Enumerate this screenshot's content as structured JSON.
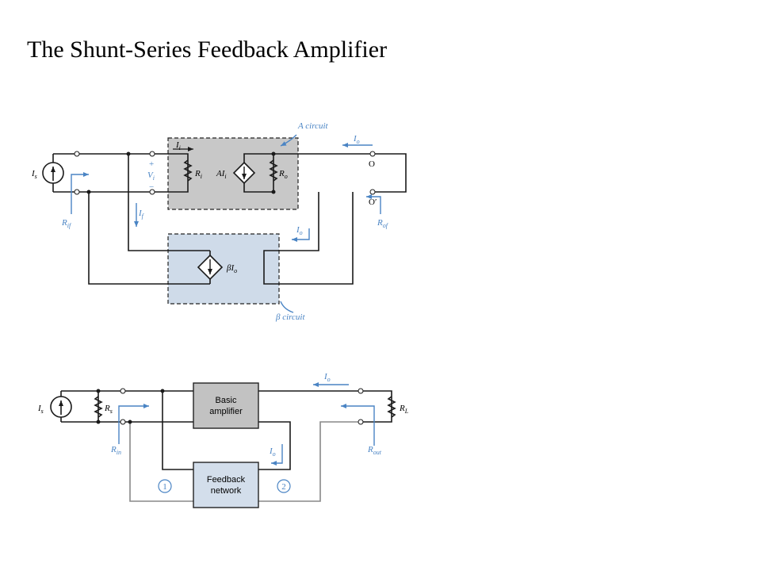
{
  "slide": {
    "title": "The Shunt-Series Feedback Amplifier"
  },
  "top_circuit": {
    "a_circuit_label": "A circuit",
    "beta_circuit_label": "β circuit",
    "Is": "I",
    "Is_sub": "s",
    "Ii": "I",
    "Ii_sub": "i",
    "Vi": "V",
    "Vi_sub": "i",
    "Ri": "R",
    "Ri_sub": "i",
    "AIi": "AI",
    "AIi_sub": "i",
    "Ro": "R",
    "Ro_sub": "o",
    "Io": "I",
    "Io_sub": "o",
    "If": "I",
    "If_sub": "f",
    "betaIo": "βI",
    "betaIo_sub": "o",
    "Rif": "R",
    "Rif_sub": "if",
    "Rof": "R",
    "Rof_sub": "of",
    "O": "O",
    "O_prime": "O′",
    "plus": "+",
    "minus": "−"
  },
  "bottom_circuit": {
    "basic_amp_line1": "Basic",
    "basic_amp_line2": "amplifier",
    "feedback_line1": "Feedback",
    "feedback_line2": "network",
    "Is": "I",
    "Is_sub": "s",
    "Rs": "R",
    "Rs_sub": "s",
    "Rin": "R",
    "Rin_sub": "in",
    "Io": "I",
    "Io_sub": "o",
    "Rout": "R",
    "Rout_sub": "out",
    "RL": "R",
    "RL_sub": "L",
    "port1": "1",
    "port2": "2"
  },
  "colors": {
    "a_fill": "#c8c8c8",
    "beta_fill": "#cfdbe9",
    "annotation": "#4a84c4",
    "amp_fill": "#c2c2c2",
    "fb_fill": "#d3deeb"
  }
}
